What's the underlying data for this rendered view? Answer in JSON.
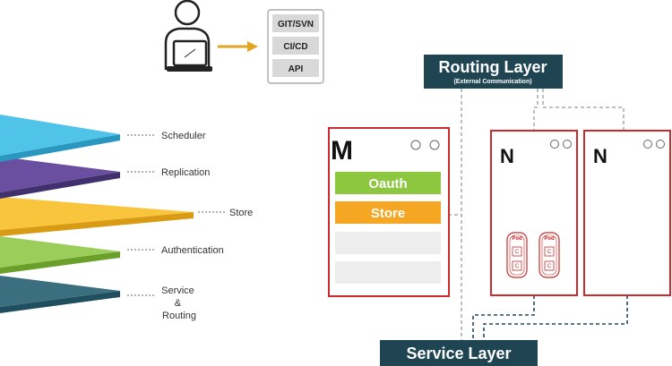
{
  "repo_menu": {
    "items": [
      {
        "label": "GIT/SVN"
      },
      {
        "label": "CI/CD"
      },
      {
        "label": "API"
      }
    ]
  },
  "layer_stack": {
    "layers": [
      {
        "label": "Scheduler",
        "color": "#4fc3e8"
      },
      {
        "label": "Replication",
        "color": "#6a4fa0"
      },
      {
        "label": "Store",
        "color": "#f9c53c"
      },
      {
        "label": "Authentication",
        "color": "#9acd5a"
      },
      {
        "label": "Service\n&\nRouting",
        "color": "#3b6f80"
      }
    ]
  },
  "routing_layer": {
    "title": "Routing Layer",
    "subtitle": "(External Communication)"
  },
  "service_layer": {
    "title": "Service Layer"
  },
  "master_node": {
    "letter": "M",
    "services": [
      {
        "label": "Oauth",
        "color": "#8dc63f"
      },
      {
        "label": "Store",
        "color": "#f5a623"
      },
      {
        "label": ""
      },
      {
        "label": ""
      }
    ]
  },
  "nodes": [
    {
      "letter": "N",
      "pods": [
        {
          "label": "Pod",
          "containers": [
            "C",
            "C"
          ]
        },
        {
          "label": "Pod",
          "containers": [
            "C",
            "C"
          ]
        }
      ]
    },
    {
      "letter": "N",
      "pods": []
    }
  ],
  "colors": {
    "accent_red": "#cc2b2b",
    "dark_teal": "#1f4553",
    "arrow": "#e2a423"
  }
}
